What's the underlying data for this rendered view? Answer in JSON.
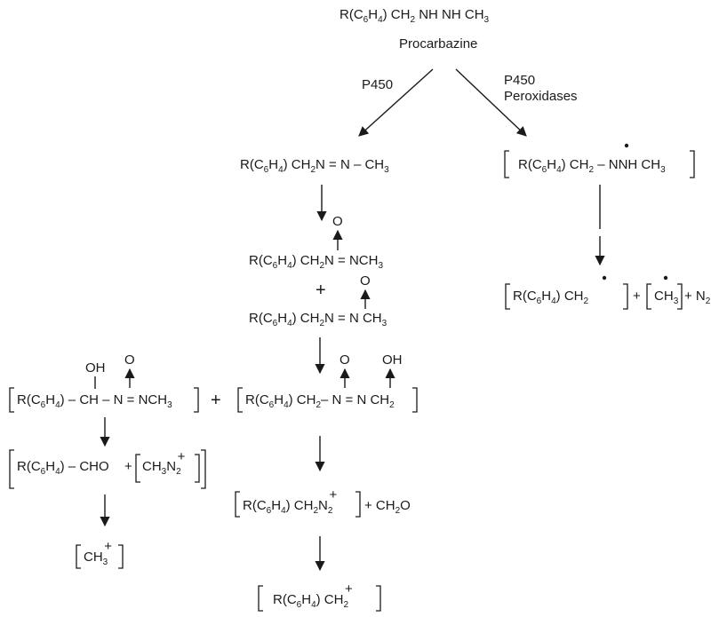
{
  "procarbazine": {
    "formula": [
      "R(C",
      "6",
      "H",
      "4",
      ") CH",
      "2",
      " NH NH CH",
      "3"
    ],
    "name": "Procarbazine"
  },
  "labels": {
    "left_enzyme": "P450",
    "right_enzyme_1": "P450",
    "right_enzyme_2": "Peroxidases"
  },
  "azo": [
    "R(C",
    "6",
    "H",
    "4",
    ") CH",
    "2",
    "N = N – CH",
    "3"
  ],
  "azoxy_1": {
    "formula": [
      "R(C",
      "6",
      "H",
      "4",
      ") CH",
      "2",
      "N = NCH",
      "3"
    ],
    "oxygen": "O"
  },
  "plus_middle": "+",
  "azoxy_2": {
    "formula": [
      "R(C",
      "6",
      "H",
      "4",
      ") CH",
      "2",
      "N = N CH",
      "3"
    ],
    "oxygen": "O"
  },
  "left_hydroxy": {
    "formula": [
      "R(C",
      "6",
      "H",
      "4",
      ") – CH – N = NCH",
      "3"
    ],
    "oh": "OH",
    "oxygen": "O"
  },
  "plus_left": "+",
  "mid_hydroxy": {
    "formula": [
      "R(C",
      "6",
      "H",
      "4",
      ") CH",
      "2",
      "– N = N CH",
      "2"
    ],
    "oxygen": "O",
    "oh": "OH"
  },
  "left_aldehyde": [
    "R(C",
    "6",
    "H",
    "4",
    ") – CHO"
  ],
  "plus_small": "+",
  "methyldiazonium": [
    "CH",
    "3",
    "N",
    "2",
    "+"
  ],
  "methyl_cation": [
    "CH",
    "3",
    "+"
  ],
  "benzyldiazonium": [
    "R(C",
    "6",
    "H",
    "4",
    ") CH",
    "2",
    "N",
    "2",
    "+"
  ],
  "formaldehyde": [
    "+ CH",
    "2",
    "O"
  ],
  "benzyl_cation": [
    "R(C",
    "6",
    "H",
    "4",
    ") CH",
    "2",
    "+"
  ],
  "radical_precursor": [
    "R(C",
    "6",
    "H",
    "4",
    ") CH",
    "2",
    " – ",
    "N",
    "NH CH",
    "3"
  ],
  "radical_products": {
    "benzyl": [
      "R(C",
      "6",
      "H",
      "4",
      ") ",
      "C",
      "H",
      "2"
    ],
    "methyl": [
      "C",
      "H",
      "3"
    ],
    "nitrogen": [
      "+ N",
      "2"
    ]
  }
}
